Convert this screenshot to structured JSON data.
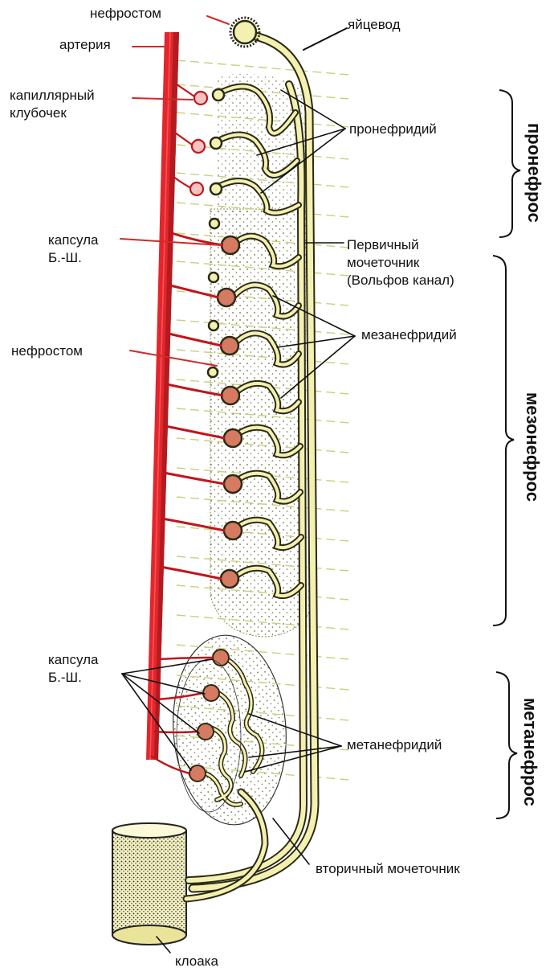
{
  "labels": {
    "nephrostome_top": "нефростом",
    "oviduct": "яйцевод",
    "artery": "артерия",
    "glomerulus_line1": "капиллярный",
    "glomerulus_line2": "клубочек",
    "pronephridium": "пронефридий",
    "capsule1_line1": "капсула",
    "capsule1_line2": "Б.-Ш.",
    "primary_duct_line1": "Первичный",
    "primary_duct_line2": "мочеточник",
    "primary_duct_line3": "(Вольфов канал)",
    "mesonephridium": "мезанефридий",
    "nephrostome_mid": "нефростом",
    "capsule2_line1": "капсула",
    "capsule2_line2": "Б.-Ш.",
    "metanephridium": "метанефридий",
    "secondary_duct": "вторичный мочеточник",
    "cloaca": "клоака"
  },
  "sections": {
    "pronephros": "пронефрос",
    "mesonephros": "мезонефрос",
    "metanephros": "метанефрос"
  },
  "colors": {
    "artery": "#e4262c",
    "tubule": "#f4f0b0",
    "tubule_outline": "#2a2a14",
    "dashes": "#c9d07a",
    "capsule": "#c96a55",
    "label_line": "#d02a2a"
  }
}
